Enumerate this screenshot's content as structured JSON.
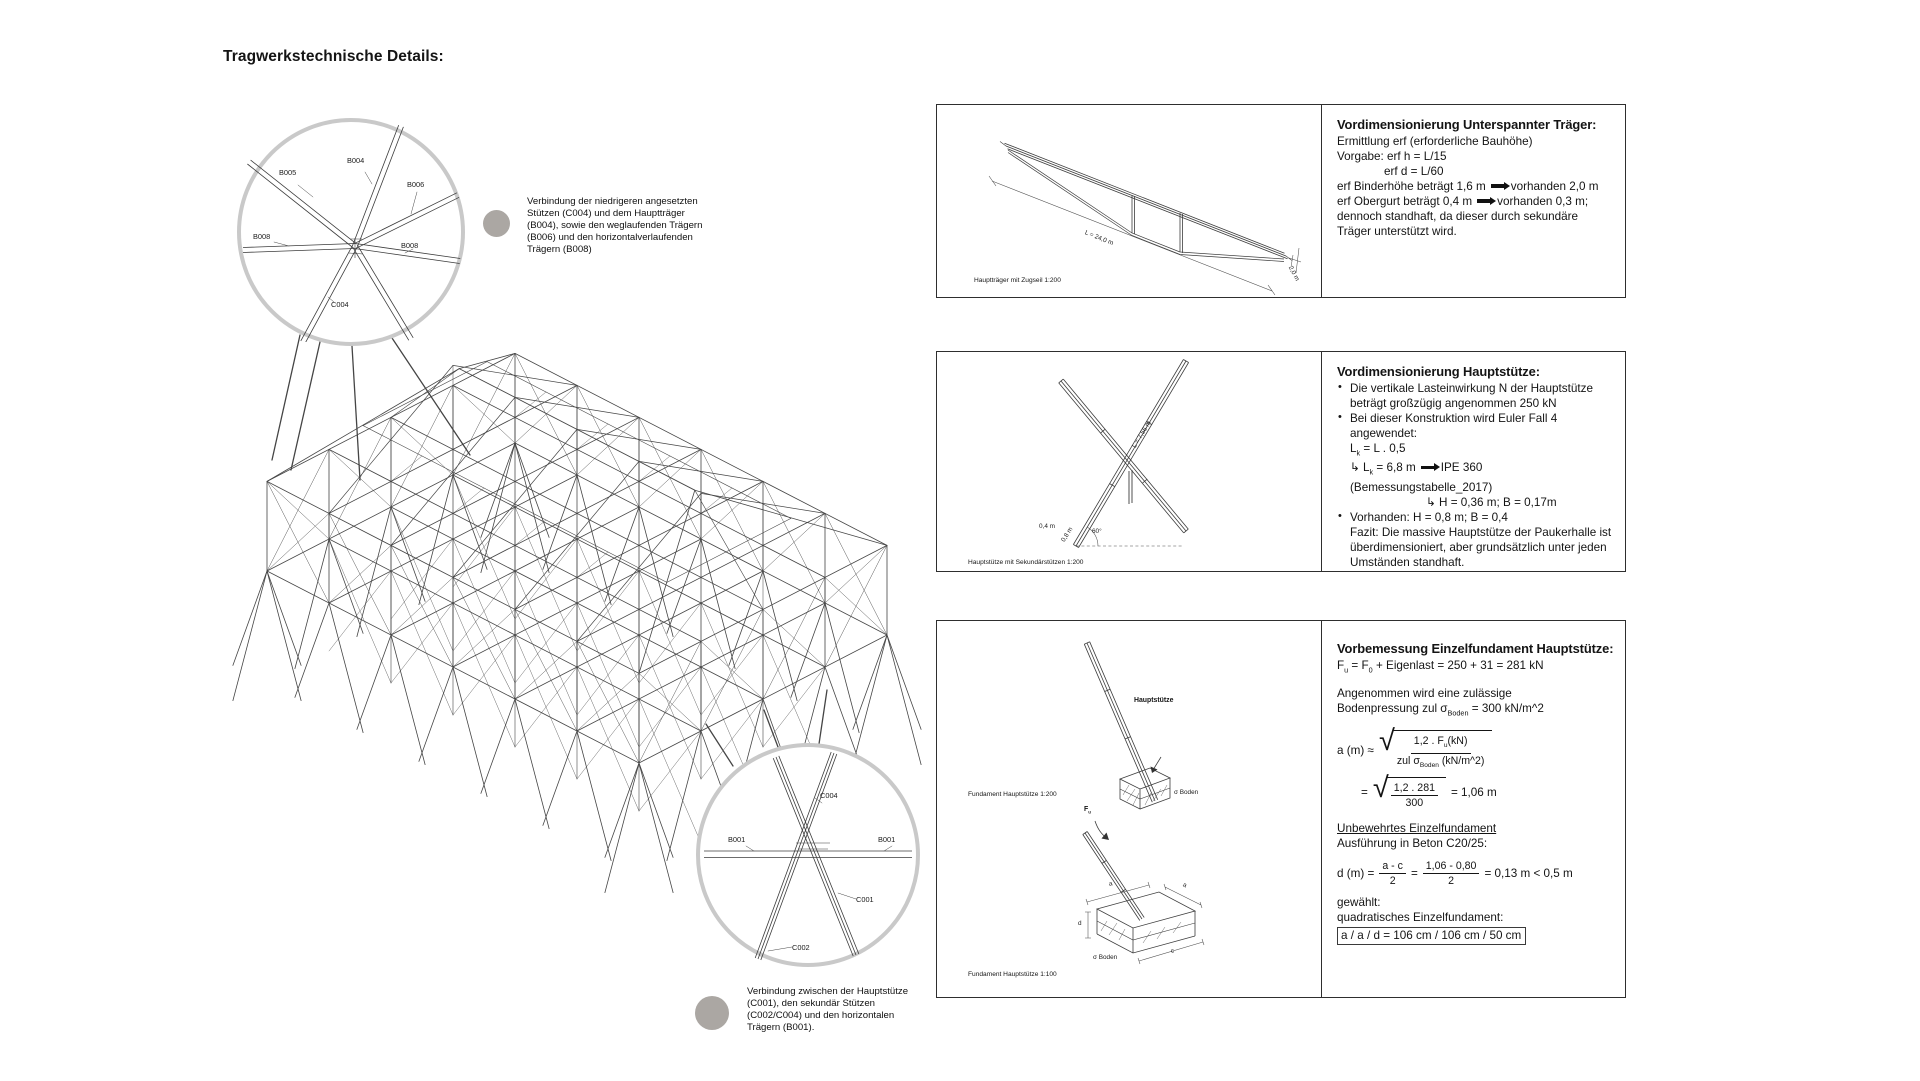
{
  "title": "Tragwerkstechnische Details:",
  "colors": {
    "circle_outline": "#c9c9c9",
    "callout_dot": "#aba7a3",
    "line": "#454545"
  },
  "annotations": {
    "a1": {
      "lines": [
        "Verbindung der niedrigeren angesetzten",
        "Stützen (C004) und dem Hauptträger",
        "(B004), sowie den weglaufenden Trägern",
        "(B006) und den horizontalverlaufenden",
        "Trägern (B008)"
      ]
    },
    "a2": {
      "lines": [
        "Verbindung zwischen der Hauptstütze",
        "(C001), den sekundär Stützen",
        "(C002/C004) und den horizontalen",
        "Trägern (B001)."
      ]
    }
  },
  "circle1": {
    "labels": {
      "b005": "B005",
      "b004": "B004",
      "b006": "B006",
      "b008l": "B008",
      "b008r": "B008",
      "c004": "C004"
    }
  },
  "circle2": {
    "labels": {
      "c004": "C004",
      "b001l": "B001",
      "b001r": "B001",
      "c001": "C001",
      "c002": "C002"
    }
  },
  "panels": [
    {
      "heading": "Vordimensionierung Unterspannter Träger:",
      "caption": "Hauptträger mit Zugseil 1:200",
      "dims": {
        "length": "L = 24,0 m",
        "height": "2,0 m"
      },
      "lines": [
        {
          "seg": [
            {
              "t": "Ermittlung erf (erforderliche Bauhöhe)"
            }
          ]
        },
        {
          "seg": [
            {
              "t": "Vorgabe: erf h = L/15"
            }
          ]
        },
        {
          "cls": "i1",
          "seg": [
            {
              "t": "erf d = L/60"
            }
          ]
        },
        {
          "seg": [
            {
              "t": "erf Binderhöhe beträgt 1,6 m"
            },
            {
              "a": 1
            },
            {
              "t": "vorhanden 2,0 m"
            }
          ]
        },
        {
          "seg": [
            {
              "t": "erf Obergurt beträgt 0,4 m"
            },
            {
              "a": 1
            },
            {
              "t": "vorhanden 0,3 m;"
            }
          ]
        },
        {
          "seg": [
            {
              "t": "dennoch standhaft, da dieser durch sekundäre"
            }
          ]
        },
        {
          "seg": [
            {
              "t": "Träger unterstützt wird."
            }
          ]
        }
      ]
    },
    {
      "heading": "Vordimensionierung Hauptstütze:",
      "caption": "Hauptstütze mit Sekundärstützen 1:200",
      "dims": {
        "length": "L = 7,56 m",
        "angle": "60°",
        "b": "0,4 m",
        "h": "0,8 m"
      },
      "lines": [
        {
          "cls": "b",
          "seg": [
            {
              "t": "Die vertikale Lasteinwirkung N der Hauptstütze"
            }
          ]
        },
        {
          "seg": [
            {
              "t": "beträgt großzügig angenommen 250 kN"
            }
          ]
        },
        {
          "cls": "b",
          "seg": [
            {
              "t": "Bei dieser Konstruktion wird Euler Fall 4 angewendet:"
            }
          ]
        },
        {
          "seg": [
            {
              "t": "L"
            },
            {
              "s": "k"
            },
            {
              "t": " = L . 0,5"
            }
          ]
        },
        {
          "seg": [
            {
              "t": "↳ L"
            },
            {
              "s": "k"
            },
            {
              "t": " = 6,8 m"
            },
            {
              "a": 1
            },
            {
              "t": "IPE 360 (Bemessungstabelle_2017)"
            }
          ]
        },
        {
          "cls": "i2",
          "seg": [
            {
              "t": "↳ H = 0,36 m; B = 0,17m"
            }
          ]
        },
        {
          "cls": "b",
          "seg": [
            {
              "t": "Vorhanden: H = 0,8 m; B = 0,4"
            }
          ]
        },
        {
          "seg": [
            {
              "t": "Fazit: Die massive Hauptstütze der Paukerhalle ist"
            }
          ]
        },
        {
          "seg": [
            {
              "t": "überdimensioniert, aber grundsätzlich unter jeden"
            }
          ]
        },
        {
          "seg": [
            {
              "t": "Umständen standhaft."
            }
          ]
        }
      ]
    },
    {
      "heading": "Vorbemessung Einzelfundament Hauptstütze:",
      "captions": [
        "Fundament Hauptstütze 1:200",
        "Fundament Hauptstütze 1:100"
      ],
      "labels": {
        "column": "Hauptstütze",
        "soil": "σ Boden",
        "force": "F",
        "force_sub": "u",
        "dim_a1": "a",
        "dim_a2": "a",
        "dim_d": "d",
        "dim_c": "c"
      },
      "lines1": [
        {
          "seg": [
            {
              "t": "F"
            },
            {
              "s": "u"
            },
            {
              "t": " = F"
            },
            {
              "s": "0"
            },
            {
              "t": " + Eigenlast = 250 + 31 = 281 kN"
            }
          ]
        }
      ],
      "lines2": [
        {
          "seg": [
            {
              "t": "Angenommen wird eine zulässige"
            }
          ]
        },
        {
          "seg": [
            {
              "t": "Bodenpressung zul σ"
            },
            {
              "s": "Boden"
            },
            {
              "t": " = 300 kN/m^2"
            }
          ]
        }
      ],
      "formula_a": {
        "lhs": "a (m) ≈",
        "num": [
          {
            "t": "1,2 . F"
          },
          {
            "s": "u"
          },
          {
            "t": "(kN)"
          }
        ],
        "den": [
          {
            "t": "zul σ"
          },
          {
            "s": "Boden"
          },
          {
            "t": " (kN/m^2)"
          }
        ]
      },
      "formula_b": {
        "lhs": "=",
        "num": [
          {
            "t": "1,2 . 281"
          }
        ],
        "den": [
          {
            "t": "300"
          }
        ],
        "rhs": "= 1,06 m"
      },
      "lines3": [
        {
          "cls": "u",
          "seg": [
            {
              "t": "Unbewehrtes Einzelfundament"
            }
          ]
        },
        {
          "seg": [
            {
              "t": "Ausführung in Beton C20/25:"
            }
          ]
        }
      ],
      "formula_d": {
        "lhs": "d (m) =",
        "f1num": "a - c",
        "f1den": "2",
        "eq": "=",
        "f2num": "1,06 - 0,80",
        "f2den": "2",
        "rhs": "= 0,13 m < 0,5 m"
      },
      "lines4": [
        {
          "seg": [
            {
              "t": "gewählt:"
            }
          ]
        },
        {
          "seg": [
            {
              "t": "quadratisches Einzelfundament:"
            }
          ]
        },
        {
          "cls": "boxed",
          "seg": [
            {
              "t": "a / a / d = 106 cm / 106 cm / 50 cm"
            }
          ]
        }
      ]
    }
  ]
}
